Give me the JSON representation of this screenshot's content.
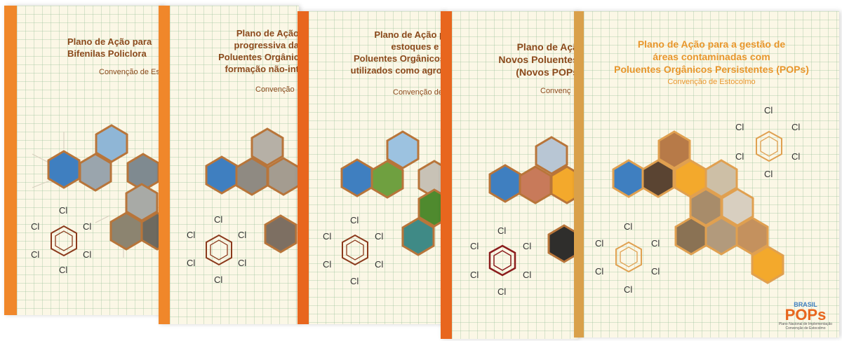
{
  "colors": {
    "spine_orange": "#f0872a",
    "spine_orange_dark": "#e8661e",
    "spine_last": "#d9a04a",
    "title_brown": "#8b4a1c",
    "title_orange": "#e8962c",
    "hex_blue": "#3f7fc0",
    "hex_gold": "#f3a92c",
    "hex_stroke": "#b8753a"
  },
  "covers": [
    {
      "title_lines": [
        "Plano de Ação para",
        "Bifenilas Policlora"
      ],
      "subtitle": "Convenção de Esto",
      "chlorine_label": "Cl"
    },
    {
      "title_lines": [
        "Plano de Ação",
        "progressiva da",
        "Poluentes Orgânic",
        "formação não-int"
      ],
      "subtitle": "Convenção",
      "chlorine_label": "Cl"
    },
    {
      "title_lines": [
        "Plano de Ação p",
        "estoques e r",
        "Poluentes Orgânicos",
        "utilizados como agrot"
      ],
      "subtitle": "Convenção de",
      "chlorine_label": "Cl"
    },
    {
      "title_lines": [
        "Plano de Açã",
        "Novos Poluentes",
        "(Novos POPs"
      ],
      "subtitle": "Convenç",
      "chlorine_label": "Cl"
    },
    {
      "title_lines": [
        "Plano de Ação para a gestão de",
        "áreas contaminadas com",
        "Poluentes Orgânicos Persistentes (POPs)"
      ],
      "subtitle": "Convenção de Estocolmo",
      "chlorine_label": "Cl",
      "logo": {
        "top": "BRASIL",
        "main": "POPs",
        "caption_line1": "Plano Nacional de Implementação",
        "caption_line2": "Convenção de Estocolmo"
      }
    }
  ]
}
